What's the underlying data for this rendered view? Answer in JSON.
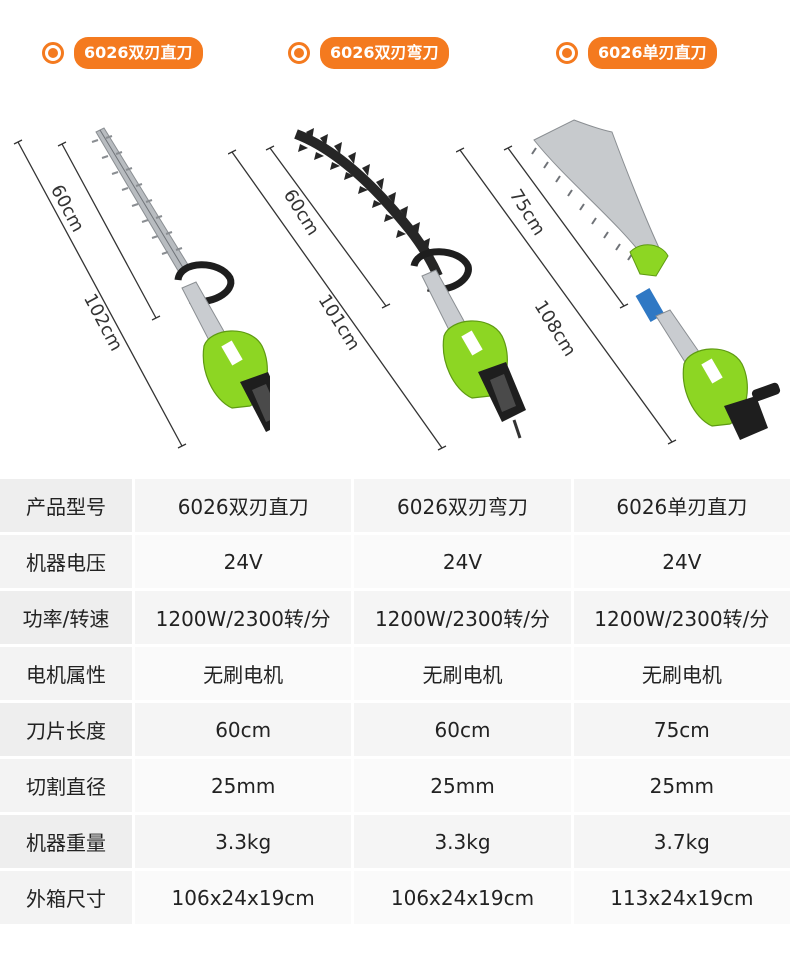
{
  "products": [
    {
      "name": "6026双刃直刀",
      "blade_length_label": "60cm",
      "total_length_label": "102cm"
    },
    {
      "name": "6026双刃弯刀",
      "blade_length_label": "60cm",
      "total_length_label": "101cm"
    },
    {
      "name": "6026单刃直刀",
      "blade_length_label": "75cm",
      "total_length_label": "108cm"
    }
  ],
  "colors": {
    "accent": "#f47a1f",
    "body_green": "#8dd623",
    "handle_black": "#1e1e1e"
  },
  "spec_table": {
    "rows": [
      {
        "label": "产品型号",
        "values": [
          "6026双刃直刀",
          "6026双刃弯刀",
          "6026单刃直刀"
        ]
      },
      {
        "label": "机器电压",
        "values": [
          "24V",
          "24V",
          "24V"
        ]
      },
      {
        "label": "功率/转速",
        "values": [
          "1200W/2300转/分",
          "1200W/2300转/分",
          "1200W/2300转/分"
        ]
      },
      {
        "label": "电机属性",
        "values": [
          "无刷电机",
          "无刷电机",
          "无刷电机"
        ]
      },
      {
        "label": "刀片长度",
        "values": [
          "60cm",
          "60cm",
          "75cm"
        ]
      },
      {
        "label": "切割直径",
        "values": [
          "25mm",
          "25mm",
          "25mm"
        ]
      },
      {
        "label": "机器重量",
        "values": [
          "3.3kg",
          "3.3kg",
          "3.7kg"
        ]
      },
      {
        "label": "外箱尺寸",
        "values": [
          "106x24x19cm",
          "106x24x19cm",
          "113x24x19cm"
        ]
      }
    ]
  }
}
